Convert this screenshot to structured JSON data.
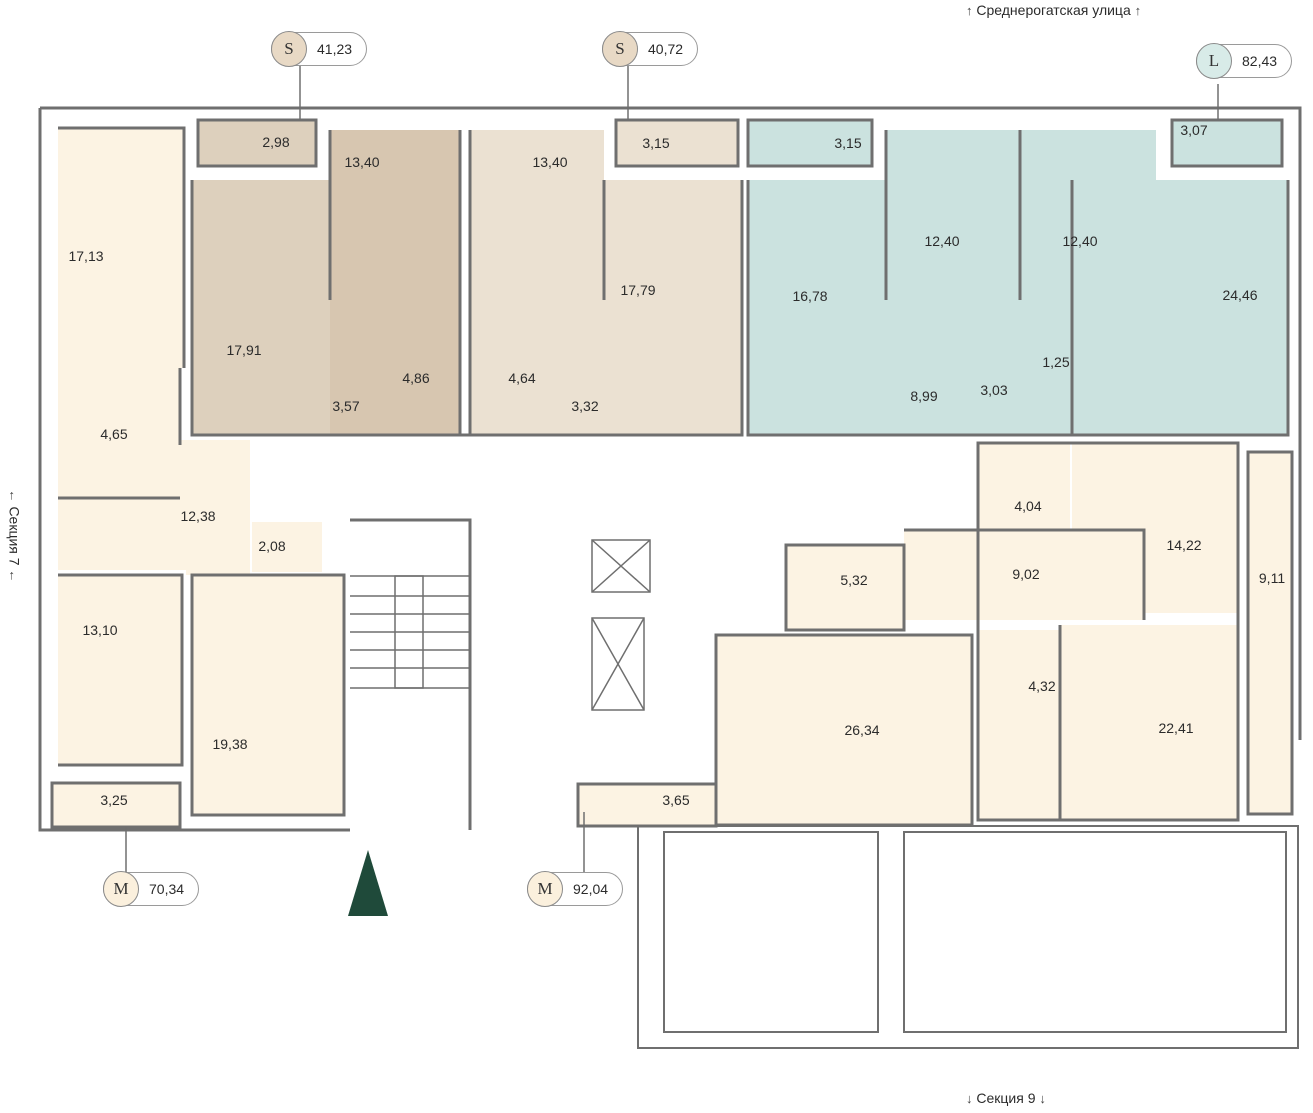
{
  "streets": {
    "north": "Среднерогатская улица",
    "west": "Секция 7",
    "south": "Секция 9"
  },
  "colors": {
    "wall": "#6f6f6f",
    "apt_S": "#ddd0bd",
    "apt_S_dark": "#d7c6b0",
    "apt_L": "#cbe2df",
    "apt_M": "#fcf3e3",
    "tag_S": "#e8d9c5",
    "tag_L": "#d8ebe8",
    "tag_M": "#fbf0dd",
    "north_arrow": "#1f4a3a"
  },
  "apartments": [
    {
      "type": "S",
      "total": "41,23",
      "tag_color": "tag_S"
    },
    {
      "type": "S",
      "total": "40,72",
      "tag_color": "tag_S"
    },
    {
      "type": "L",
      "total": "82,43",
      "tag_color": "tag_L"
    },
    {
      "type": "M",
      "total": "70,34",
      "tag_color": "tag_M"
    },
    {
      "type": "M",
      "total": "92,04",
      "tag_color": "tag_M"
    }
  ],
  "rooms": [
    "17,13",
    "4,65",
    "12,38",
    "13,10",
    "3,25",
    "2,08",
    "19,38",
    "2,98",
    "17,91",
    "13,40",
    "4,86",
    "3,57",
    "13,40",
    "4,64",
    "3,32",
    "3,15",
    "17,79",
    "3,15",
    "16,78",
    "12,40",
    "12,40",
    "3,07",
    "24,46",
    "8,99",
    "3,03",
    "1,25",
    "4,04",
    "14,22",
    "9,02",
    "5,32",
    "9,11",
    "26,34",
    "4,32",
    "22,41",
    "3,65"
  ]
}
